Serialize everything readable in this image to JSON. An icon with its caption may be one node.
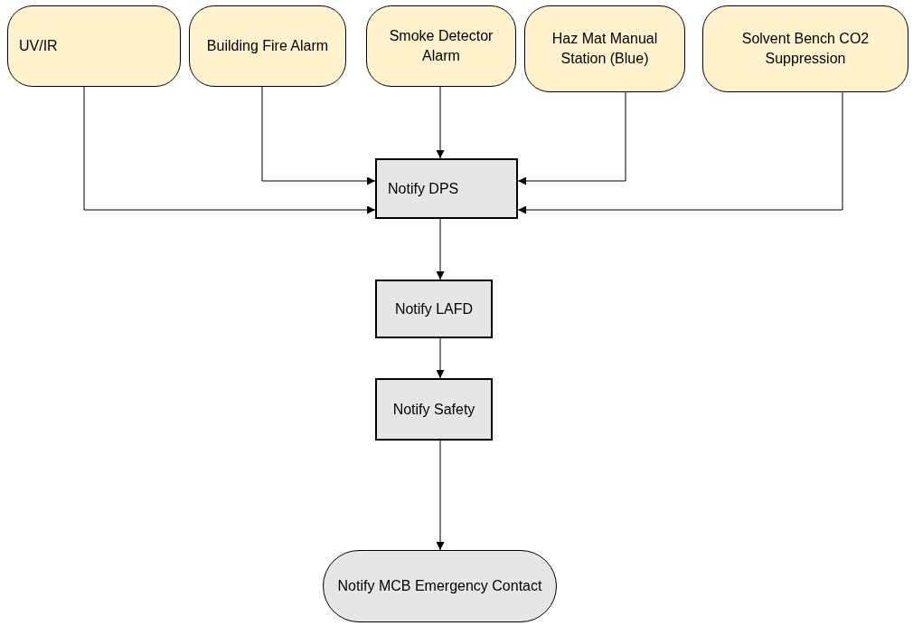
{
  "diagram": {
    "nodes": [
      {
        "text": [
          "UV/IR"
        ]
      },
      {
        "text": [
          "Building Fire Alarm"
        ]
      },
      {
        "text": [
          "Smoke Detector Alarm"
        ]
      },
      {
        "text": [
          "Haz Mat Manual Station (Blue)"
        ]
      },
      {
        "text": [
          "Solvent Bench CO2 Suppression"
        ]
      },
      {
        "text": [
          "Notify DPS"
        ]
      },
      {
        "text": [
          "Notify LAFD"
        ]
      },
      {
        "text": [
          "Notify Safety"
        ]
      },
      {
        "text": [
          "Notify MCB Emergency Contact"
        ]
      }
    ],
    "edges": [
      {
        "from": 0,
        "to": 5,
        "arrow": "to"
      },
      {
        "from": 1,
        "to": 5,
        "arrow": "to"
      },
      {
        "from": 2,
        "to": 5,
        "arrow": "to"
      },
      {
        "from": 3,
        "to": 5,
        "arrow": "to"
      },
      {
        "from": 4,
        "to": 5,
        "arrow": "to"
      },
      {
        "from": 5,
        "to": 6,
        "arrow": "to"
      },
      {
        "from": 6,
        "to": 7,
        "arrow": "to"
      },
      {
        "from": 7,
        "to": 8,
        "arrow": "to"
      }
    ]
  }
}
